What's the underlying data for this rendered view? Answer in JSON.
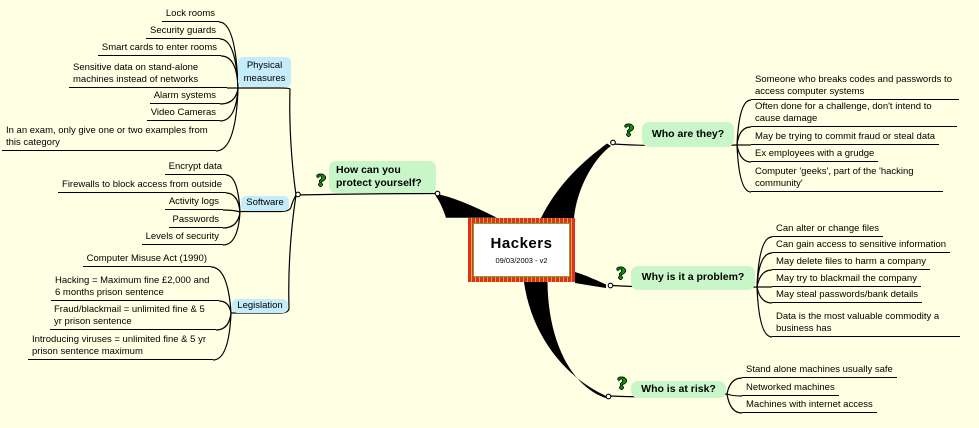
{
  "colors": {
    "background": "#FFFFE4",
    "main_topic_bg": "#C9F6C9",
    "subtopic_bg": "#C4ECFA",
    "line": "#000000",
    "center_border": "#E0301E",
    "center_dot": "#E8A33D",
    "center_inner_border": "#7AA33A",
    "icon_green": "#00A000"
  },
  "center": {
    "title": "Hackers",
    "subtitle": "09/03/2003 - v2"
  },
  "branches": [
    {
      "label": "How can you protect yourself?",
      "icon": "question-mark-icon",
      "subtopics": [
        {
          "label": "Physical measures",
          "leaves": [
            "Lock rooms",
            "Security guards",
            "Smart cards to enter rooms",
            "Sensitive data on stand-alone machines instead of networks",
            "Alarm systems",
            "Video Cameras",
            "In an exam, only give one or two examples from this category"
          ]
        },
        {
          "label": "Software",
          "leaves": [
            "Encrypt data",
            "Firewalls to block access from outside",
            "Activity logs",
            "Passwords",
            "Levels of security"
          ]
        },
        {
          "label": "Legislation",
          "leaves": [
            "Computer Misuse Act (1990)",
            "Hacking = Maximum fine £2,000 and 6 months prison sentence",
            "Fraud/blackmail = unlimited fine & 5 yr prison sentence",
            "Introducing viruses = unlimited fine & 5 yr prison sentence maximum"
          ]
        }
      ]
    },
    {
      "label": "Who are they?",
      "icon": "question-mark-icon",
      "leaves": [
        "Someone who breaks codes and passwords to access computer systems",
        "Often done for a challenge, don't intend to cause damage",
        "May be trying to commit fraud or steal data",
        "Ex employees with a grudge",
        "Computer 'geeks', part of the 'hacking community'"
      ]
    },
    {
      "label": "Why is it a problem?",
      "icon": "question-mark-icon",
      "leaves": [
        "Can alter or change files",
        "Can gain access to sensitive information",
        "May delete files to harm a company",
        "May try to blackmail the company",
        "May steal passwords/bank details",
        "Data is the most valuable commodity a business has"
      ]
    },
    {
      "label": "Who is at risk?",
      "icon": "question-mark-icon",
      "leaves": [
        "Stand alone machines usually safe",
        "Networked machines",
        "Machines with internet access"
      ]
    }
  ],
  "icon_glyph": "?"
}
